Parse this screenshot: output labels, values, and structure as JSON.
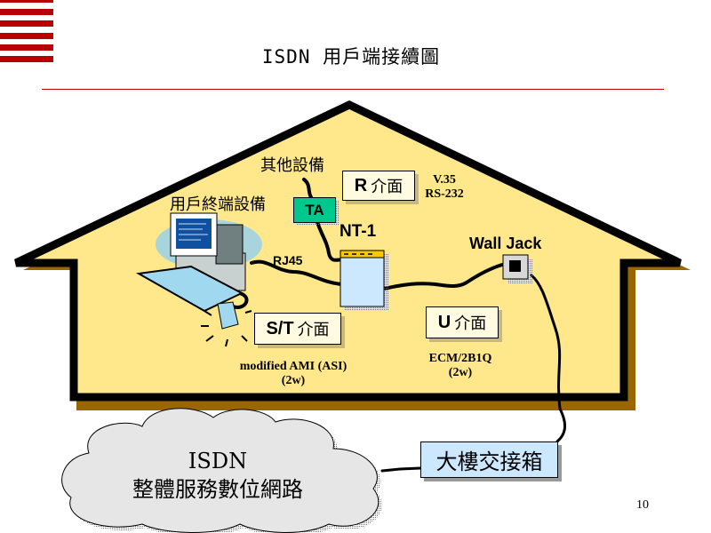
{
  "slide": {
    "title": "ISDN 用戶端接續圖",
    "page_number": "10",
    "brand_color": "#b80000"
  },
  "diagram": {
    "labels": {
      "other_equipment": "其他設備",
      "user_terminal": "用戶終端設備",
      "nt1": "NT-1",
      "rj45": "RJ45",
      "wall_jack": "Wall Jack",
      "v35": "V.35",
      "rs232": "RS-232",
      "st_encoding": "modified AMI (ASI)",
      "st_wires": "(2w)",
      "u_encoding": "ECM/2B1Q",
      "u_wires": "(2w)"
    },
    "ta": "TA",
    "interfaces": {
      "r": {
        "letter": "R",
        "label": "介面"
      },
      "st": {
        "letter": "S/T",
        "label": "介面"
      },
      "u": {
        "letter": "U",
        "label": "介面"
      }
    },
    "building_box": "大樓交接箱",
    "cloud": {
      "line1": "ISDN",
      "line2": "整體服務數位網路"
    },
    "colors": {
      "house_fill": "#ffe88c",
      "house_shadow": "#996600",
      "ta_fill": "#00c88c",
      "device_fill": "#cce8ff"
    }
  }
}
